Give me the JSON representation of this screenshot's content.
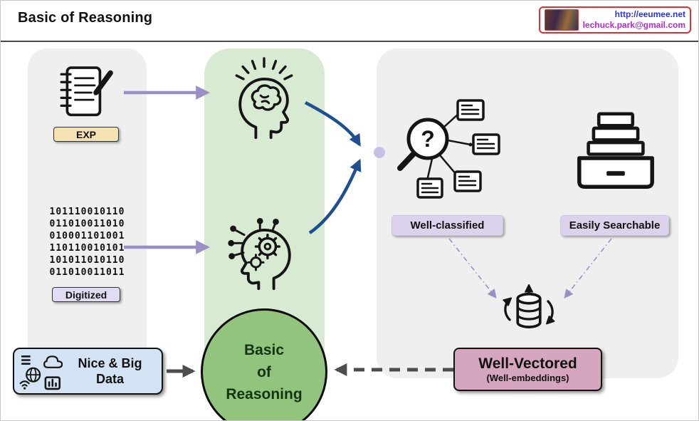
{
  "title": "Basic of Reasoning",
  "badge": {
    "url": "http://eeumee.net",
    "email": "lechuck.park@gmail.com"
  },
  "left_panel": {
    "exp_label": "EXP",
    "digitized_label": "Digitized",
    "binary_lines": [
      "101110010110",
      "011010011010",
      "010001101001",
      "110110010101",
      "101011010110",
      "011010011011"
    ]
  },
  "center_panel": {
    "circle_lines": [
      "Basic",
      "of",
      "Reasoning"
    ]
  },
  "right_panel": {
    "well_classified_label": "Well-classified",
    "easily_searchable_label": "Easily Searchable"
  },
  "well_vectored": {
    "title": "Well-Vectored",
    "subtitle": "(Well-embeddings)"
  },
  "data_box": {
    "line1": "Nice & Big",
    "line2": "Data"
  },
  "icons": {
    "notepad": "notepad-pencil-icon",
    "brain_head": "thinking-brain-icon",
    "ai_head": "ai-cyborg-head-icon",
    "classify": "magnifier-documents-icon",
    "archive": "archive-folders-icon",
    "vector_db": "database-sync-icon",
    "big_data": "big-data-devices-icon",
    "badge_photo": "photo-thumbnail"
  },
  "colors": {
    "panel_gray": "#efefef",
    "panel_green": "#d9ead3",
    "circle_green": "#93c47d",
    "arrow_purple": "#9b8fc7",
    "arrow_blue": "#1d4f91",
    "arrow_dark": "#4d4d4d",
    "label_purple": "#dcd2ec",
    "label_tan": "#f6e3b4",
    "label_lavender": "#e2dcf2",
    "vectored_pink": "#d5a6bd",
    "data_blue": "#d3e3f3",
    "badge_border_red": "#e03131",
    "link_blue": "#2b35d8",
    "email_magenta": "#b32bd8"
  }
}
